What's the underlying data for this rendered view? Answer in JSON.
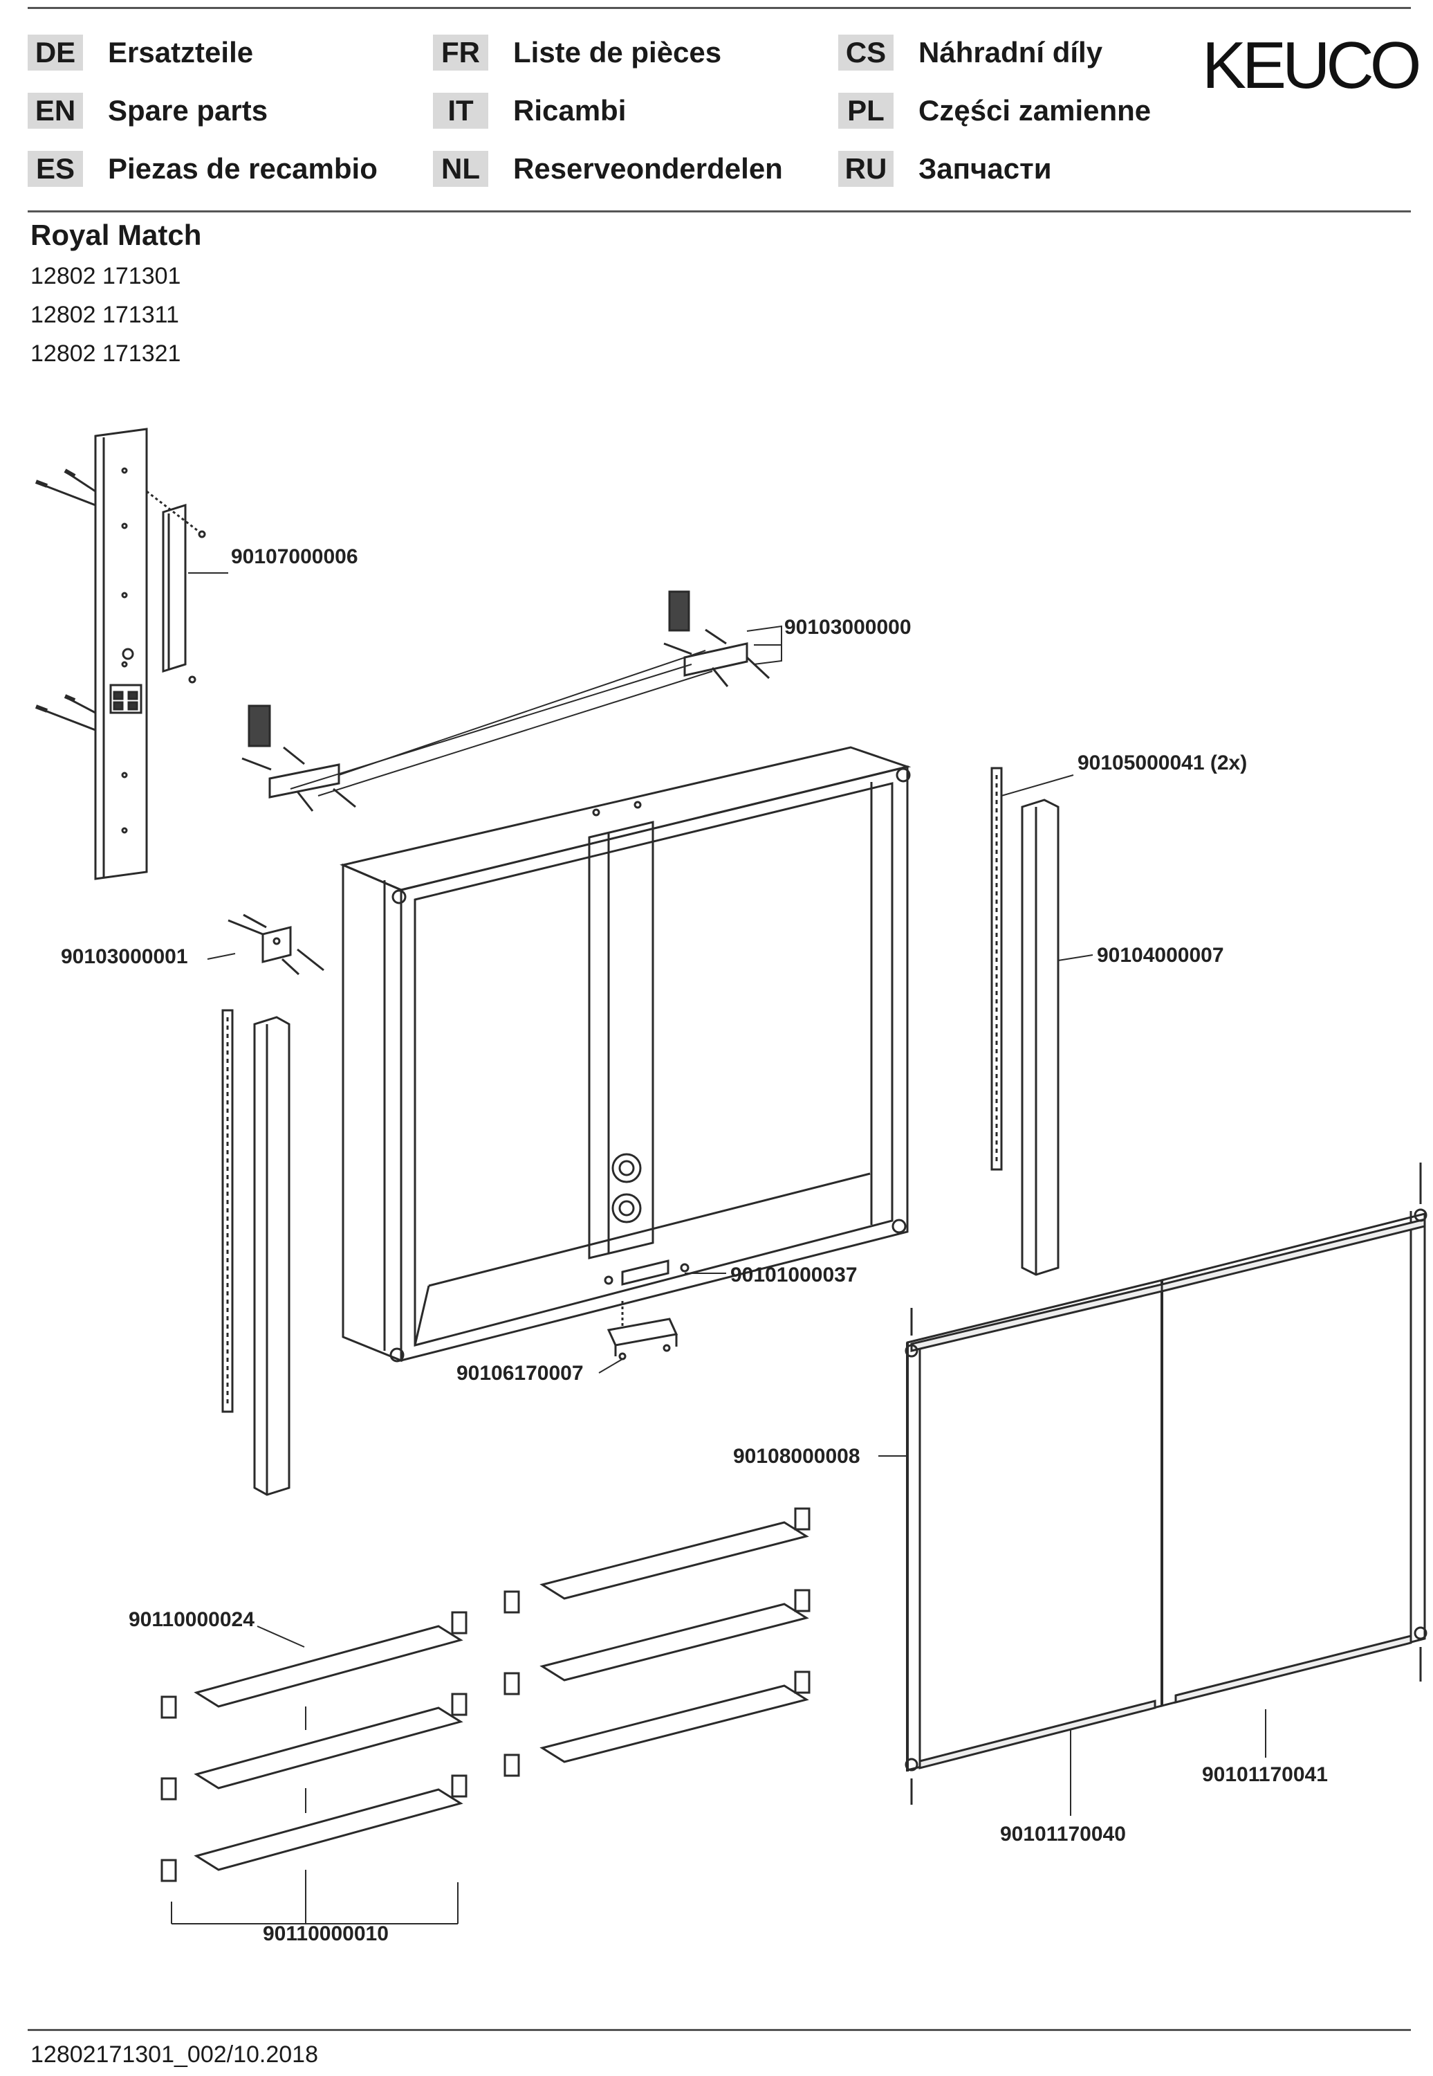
{
  "header": {
    "brand": "KEUCO",
    "languages": [
      {
        "code": "DE",
        "text": "Ersatzteile"
      },
      {
        "code": "EN",
        "text": "Spare parts"
      },
      {
        "code": "ES",
        "text": "Piezas de recambio"
      },
      {
        "code": "FR",
        "text": "Liste de pièces"
      },
      {
        "code": "IT",
        "text": "Ricambi"
      },
      {
        "code": "NL",
        "text": "Reserveonderdelen"
      },
      {
        "code": "CS",
        "text": "Náhradní díly"
      },
      {
        "code": "PL",
        "text": "Części zamienne"
      },
      {
        "code": "RU",
        "text": "Запчасти"
      }
    ]
  },
  "product": {
    "name": "Royal Match",
    "article_numbers": [
      "12802 171301",
      "12802 171311",
      "12802 171321"
    ]
  },
  "parts": {
    "p_90107000006": "90107000006",
    "p_90103000000": "90103000000",
    "p_90105000041": "90105000041 (2x)",
    "p_90103000001": "90103000001",
    "p_90104000007": "90104000007",
    "p_90101000037": "90101000037",
    "p_90106170007": "90106170007",
    "p_90108000008": "90108000008",
    "p_90110000024": "90110000024",
    "p_90110000010": "90110000010",
    "p_90101170041": "90101170041",
    "p_90101170040": "90101170040"
  },
  "footer": {
    "doc_id": "12802171301_002/10.2018"
  }
}
